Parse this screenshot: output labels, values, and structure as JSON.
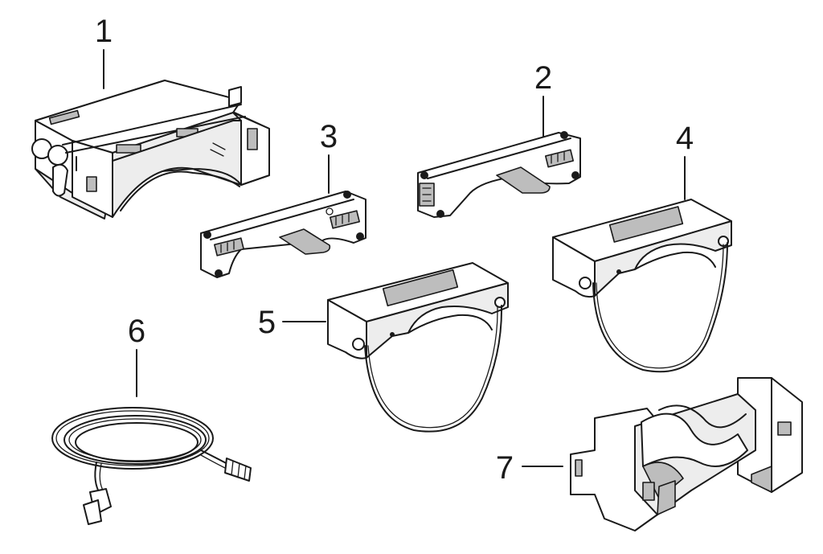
{
  "diagram": {
    "parts": [
      {
        "id": "1",
        "label": "1",
        "icon": "electronics-housing-icon"
      },
      {
        "id": "2",
        "label": "2",
        "icon": "circuit-board-icon"
      },
      {
        "id": "3",
        "label": "3",
        "icon": "circuit-board-icon"
      },
      {
        "id": "4",
        "label": "4",
        "icon": "sensor-module-icon"
      },
      {
        "id": "5",
        "label": "5",
        "icon": "sensor-module-icon"
      },
      {
        "id": "6",
        "label": "6",
        "icon": "cable-icon"
      },
      {
        "id": "7",
        "label": "7",
        "icon": "mounting-bracket-icon"
      }
    ]
  }
}
